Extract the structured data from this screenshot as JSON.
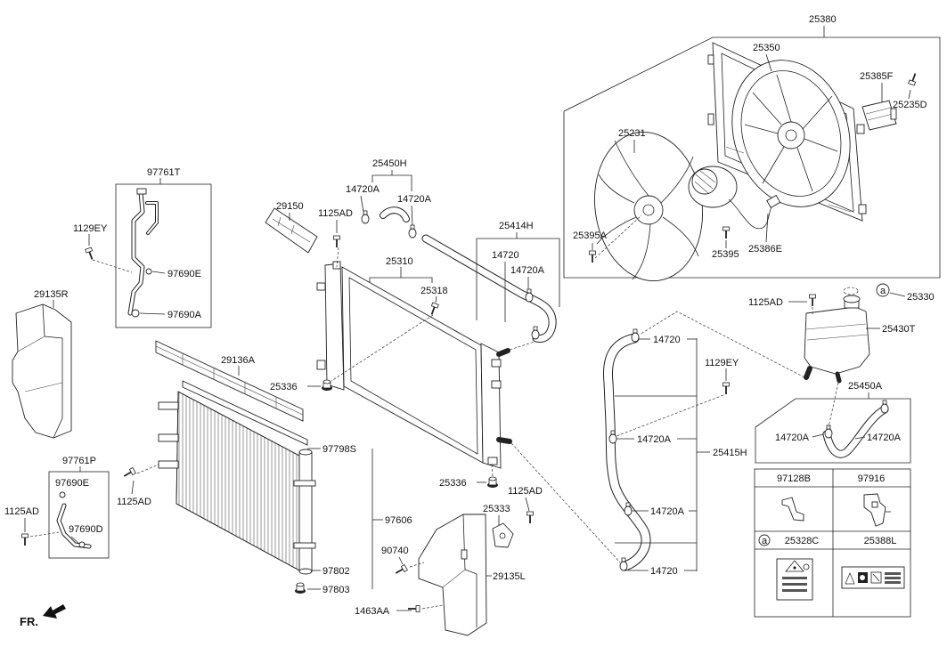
{
  "callouts": [
    "25380",
    "25350",
    "25385F",
    "25235D",
    "25231",
    "25395A",
    "25395",
    "25386E",
    "97761T",
    "1129EY",
    "97690E",
    "97690A",
    "29150",
    "25450H",
    "14720A",
    "14720A",
    "1125AD",
    "25414H",
    "14720",
    "14720A",
    "25310",
    "25318",
    "29135R",
    "1125AD",
    "25330",
    "25430T",
    "29136A",
    "25336",
    "14720",
    "1129EY",
    "25450A",
    "14720A",
    "14720A",
    "14720A",
    "25415H",
    "97798S",
    "97761P",
    "97690E",
    "1125AD",
    "25336",
    "1125AD",
    "25333",
    "14720A",
    "1125AD",
    "97690D",
    "97606",
    "90740",
    "97802",
    "29135L",
    "14720",
    "97803",
    "1463AA"
  ],
  "markers": {
    "a": "a"
  },
  "direction": "FR.",
  "table": {
    "row1": [
      "97128B",
      "97916"
    ],
    "row2": [
      "25328C",
      "25388L"
    ]
  }
}
